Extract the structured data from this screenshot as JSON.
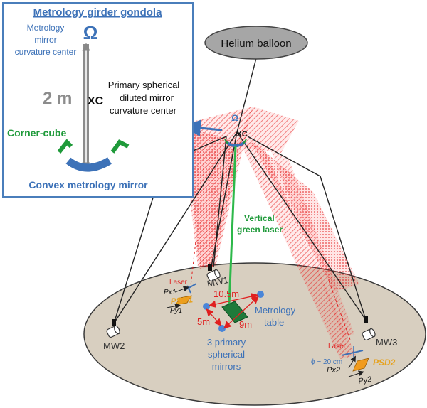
{
  "inset": {
    "title": "Metrology girder gondola",
    "omega_symbol": "Ω",
    "metrology_center_lines": [
      "Metrology",
      "mirror",
      "curvature center"
    ],
    "distance_label": "2 m",
    "xc_label": "XC",
    "primary_center_lines": [
      "Primary spherical",
      "diluted mirror",
      "curvature center"
    ],
    "corner_cube_label": "Corner-cube",
    "convex_mirror_label": "Convex metrology mirror"
  },
  "scene": {
    "balloon_label": "Helium balloon",
    "omega_symbol": "Ω",
    "xc_label": "XC",
    "vertical_laser_lines": [
      "Vertical",
      "green laser"
    ],
    "metrology_table_lines": [
      "Metrology",
      "table"
    ],
    "primary_mirrors_lines": [
      "3 primary",
      "spherical",
      "mirrors"
    ],
    "dim_10_5": "10.5m",
    "dim_5": "5m",
    "dim_9": "9m",
    "winch_labels": {
      "mw1": "MW1",
      "mw2": "MW2",
      "mw3": "MW3"
    },
    "left_station": {
      "laser": "Laser",
      "psd": "PSD1",
      "px": "Px1",
      "py": "Py1"
    },
    "right_station": {
      "laser": "Laser",
      "psd": "PSD2",
      "px": "Px2",
      "py": "Py2",
      "diameter": "ϕ ~ 20 cm"
    }
  },
  "colors": {
    "inset_border": "#4a7ebb",
    "blue_text": "#3d72b8",
    "green": "#1f9a3a",
    "red": "#e02020",
    "orange_text": "#e6a21e",
    "ground": "#d8cfc0",
    "balloon": "#a6a6a6"
  }
}
